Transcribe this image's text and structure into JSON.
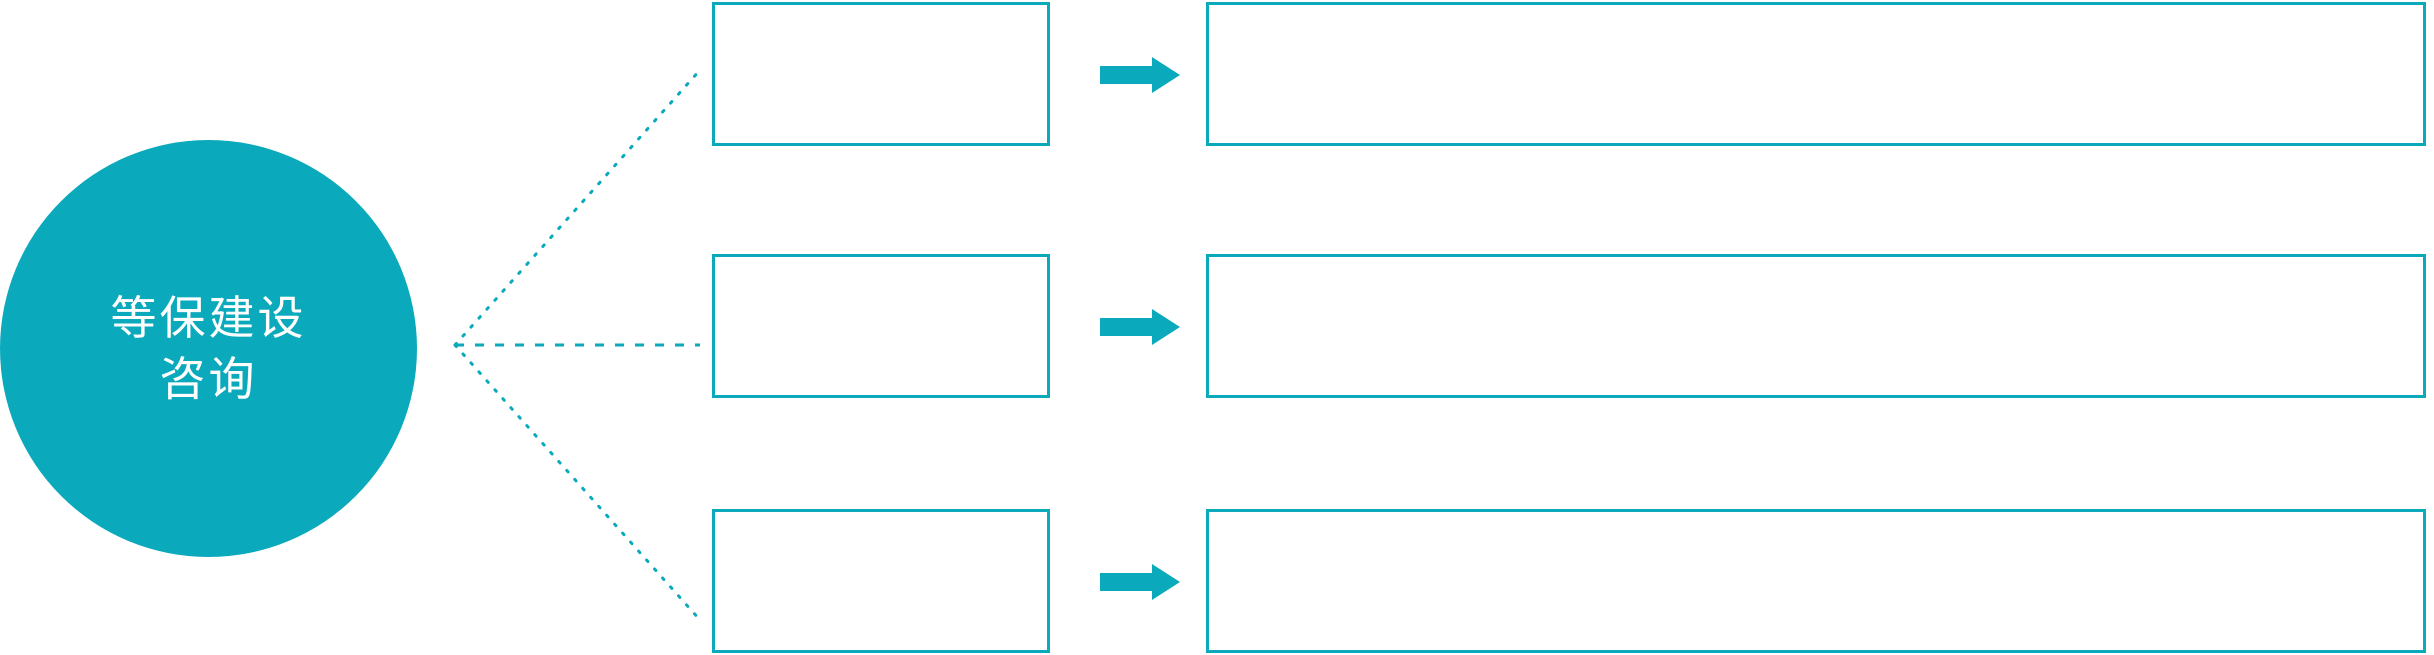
{
  "diagram": {
    "type": "hub-and-spoke-flow",
    "background_color": "#FFFFFF",
    "accent_color": "#0AAABC",
    "hub": {
      "shape": "circle",
      "fill_color": "#0AAABC",
      "text_color": "#FFFFFF",
      "label_lines": [
        "等保建设",
        "咨询"
      ]
    },
    "connector": {
      "style": "dotted",
      "color": "#0AAABC",
      "branches": 3
    },
    "arrow": {
      "name": "right-block-arrow",
      "color": "#0AAABC",
      "count": 3
    },
    "rows": [
      {
        "index": 1,
        "stage_label": "",
        "detail_label": ""
      },
      {
        "index": 2,
        "stage_label": "",
        "detail_label": ""
      },
      {
        "index": 3,
        "stage_label": "",
        "detail_label": ""
      }
    ]
  }
}
